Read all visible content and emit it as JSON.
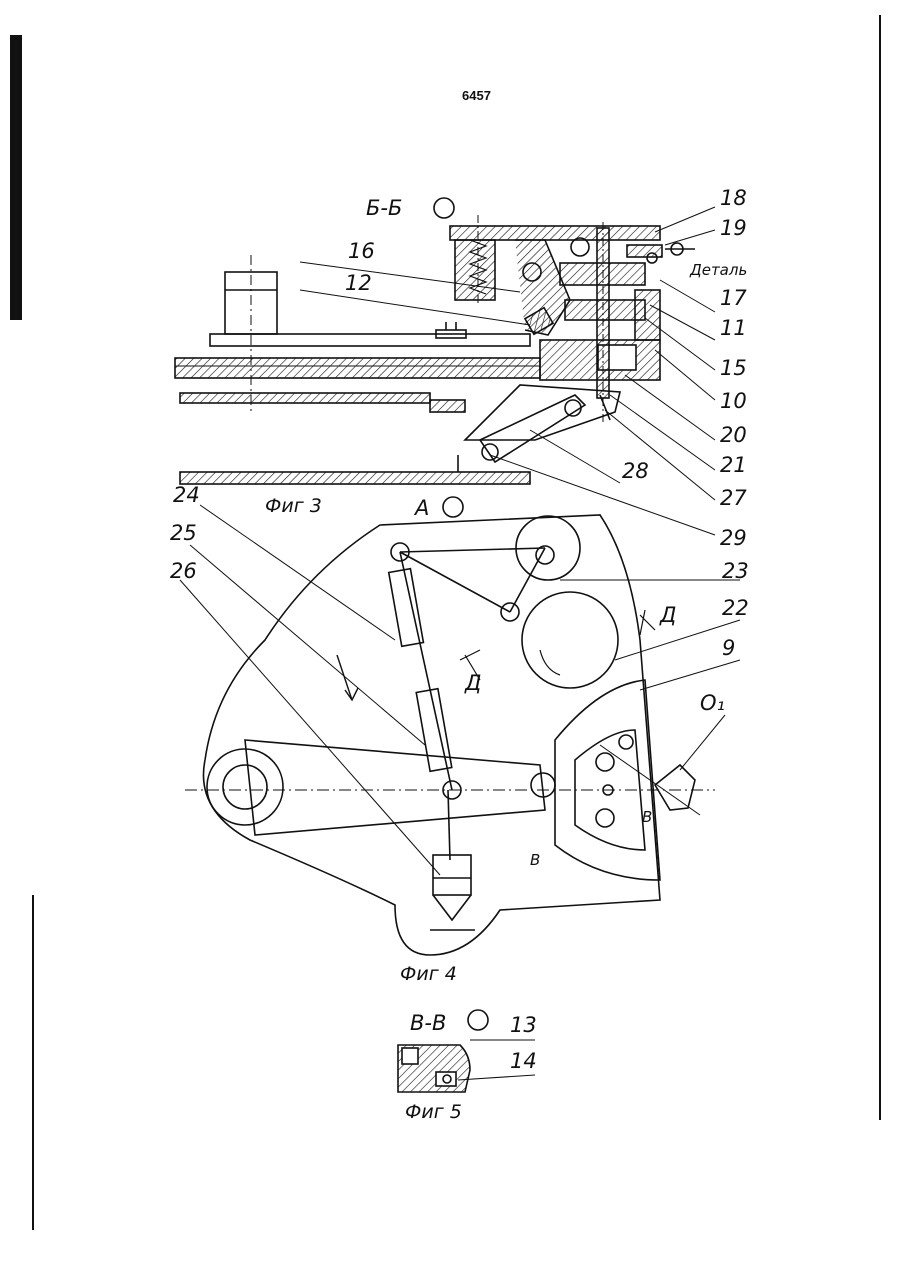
{
  "page_number": "6457",
  "section_labels": {
    "bb": "Б-Б",
    "a": "А",
    "vv": "В-В"
  },
  "figure_captions": {
    "fig3": "Фиг 3",
    "fig4": "Фиг 4",
    "fig5": "Фиг 5"
  },
  "part_label": "Деталь",
  "callouts_fig3": [
    "18",
    "19",
    "16",
    "12",
    "17",
    "11",
    "15",
    "10",
    "20",
    "21",
    "27",
    "28",
    "29"
  ],
  "callouts_fig4": [
    "24",
    "25",
    "26",
    "23",
    "22",
    "9",
    "O₁"
  ],
  "callouts_fig5": [
    "13",
    "14"
  ],
  "marks": {
    "d1": "Д",
    "d2": "Д",
    "v1": "В",
    "v2": "В"
  },
  "colors": {
    "ink": "#111111",
    "paper": "#ffffff"
  }
}
